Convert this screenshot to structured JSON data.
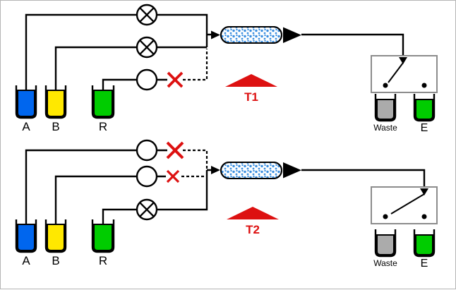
{
  "colors": {
    "line": "#000000",
    "red": "#DD1111",
    "reservoir_blue": "#0066EE",
    "reservoir_yellow": "#FFE800",
    "reservoir_green": "#00CC00",
    "waste_gray": "#ABABAB",
    "eluate_green": "#00CC00",
    "column_dot": "#3A8EE0",
    "box_border": "#8C8C8C"
  },
  "icons": {
    "valve_open": "circle-with-cross",
    "valve_closed": "empty-circle",
    "flow_blocked": "red-x",
    "flow_direction": "black-right-arrow",
    "phase_marker": "red-up-arrowhead"
  },
  "phases": [
    {
      "label": "T1",
      "reservoirs": [
        {
          "label": "A",
          "color": "#0066EE"
        },
        {
          "label": "B",
          "color": "#FFE800"
        },
        {
          "label": "R",
          "color": "#00CC00"
        }
      ],
      "valves": [
        {
          "source": "A",
          "state": "open"
        },
        {
          "source": "B",
          "state": "open"
        },
        {
          "source": "R",
          "state": "closed"
        }
      ],
      "outputs": [
        {
          "label": "Waste",
          "color": "#ABABAB"
        },
        {
          "label": "E",
          "color": "#00CC00"
        }
      ]
    },
    {
      "label": "T2",
      "reservoirs": [
        {
          "label": "A",
          "color": "#0066EE"
        },
        {
          "label": "B",
          "color": "#FFE800"
        },
        {
          "label": "R",
          "color": "#00CC00"
        }
      ],
      "valves": [
        {
          "source": "A",
          "state": "closed"
        },
        {
          "source": "B",
          "state": "closed"
        },
        {
          "source": "R",
          "state": "open"
        }
      ],
      "outputs": [
        {
          "label": "Waste",
          "color": "#ABABAB"
        },
        {
          "label": "E",
          "color": "#00CC00"
        }
      ]
    }
  ]
}
